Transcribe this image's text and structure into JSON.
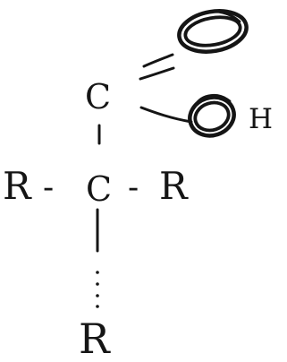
{
  "atoms": {
    "carbonyl_carbon": "C",
    "alpha_carbon": "C",
    "left_r": "R",
    "right_r": "R",
    "bottom_r": "R",
    "hydroxyl_h": "H"
  },
  "bonds": {
    "left": "-",
    "right": "-"
  },
  "icons": {
    "carbonyl_oxygen": "hand-drawn-oxygen-circle-icon",
    "hydroxyl_oxygen": "hand-drawn-oxygen-circle-icon"
  },
  "colors": {
    "ink": "#151515",
    "background": "#ffffff"
  }
}
